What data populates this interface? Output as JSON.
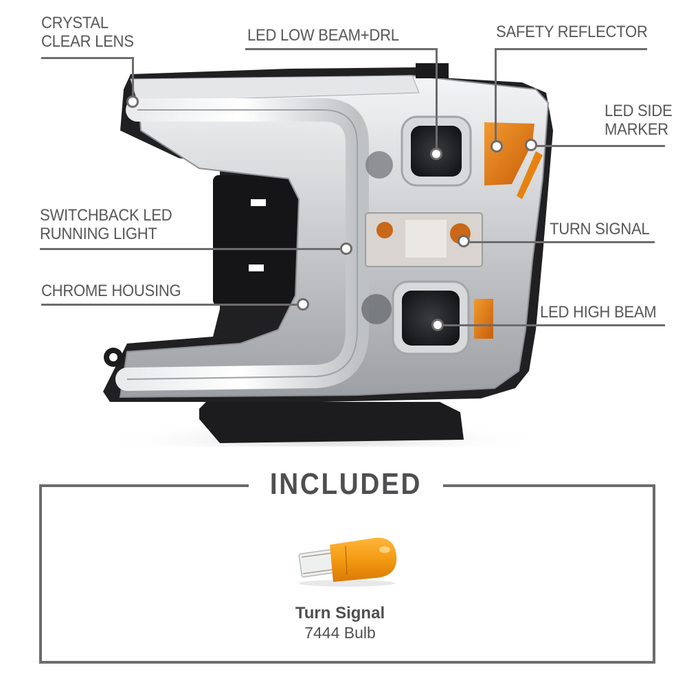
{
  "callouts": {
    "crystal_clear_lens": "CRYSTAL\nCLEAR LENS",
    "led_low_beam_drl": "LED LOW BEAM+DRL",
    "safety_reflector": "SAFETY REFLECTOR",
    "led_side_marker": "LED SIDE\nMARKER",
    "switchback_led": "SWITCHBACK LED\nRUNNING LIGHT",
    "turn_signal": "TURN SIGNAL",
    "chrome_housing": "CHROME HOUSING",
    "led_high_beam": "LED HIGH BEAM"
  },
  "included": {
    "title": "INCLUDED",
    "item_name": "Turn Signal",
    "item_detail": "7444 Bulb"
  },
  "colors": {
    "line": "#6e6b6d",
    "text": "#58585a",
    "amber": "#e8820f",
    "chrome": "#c8cacc",
    "housing": "#1e1e20"
  }
}
